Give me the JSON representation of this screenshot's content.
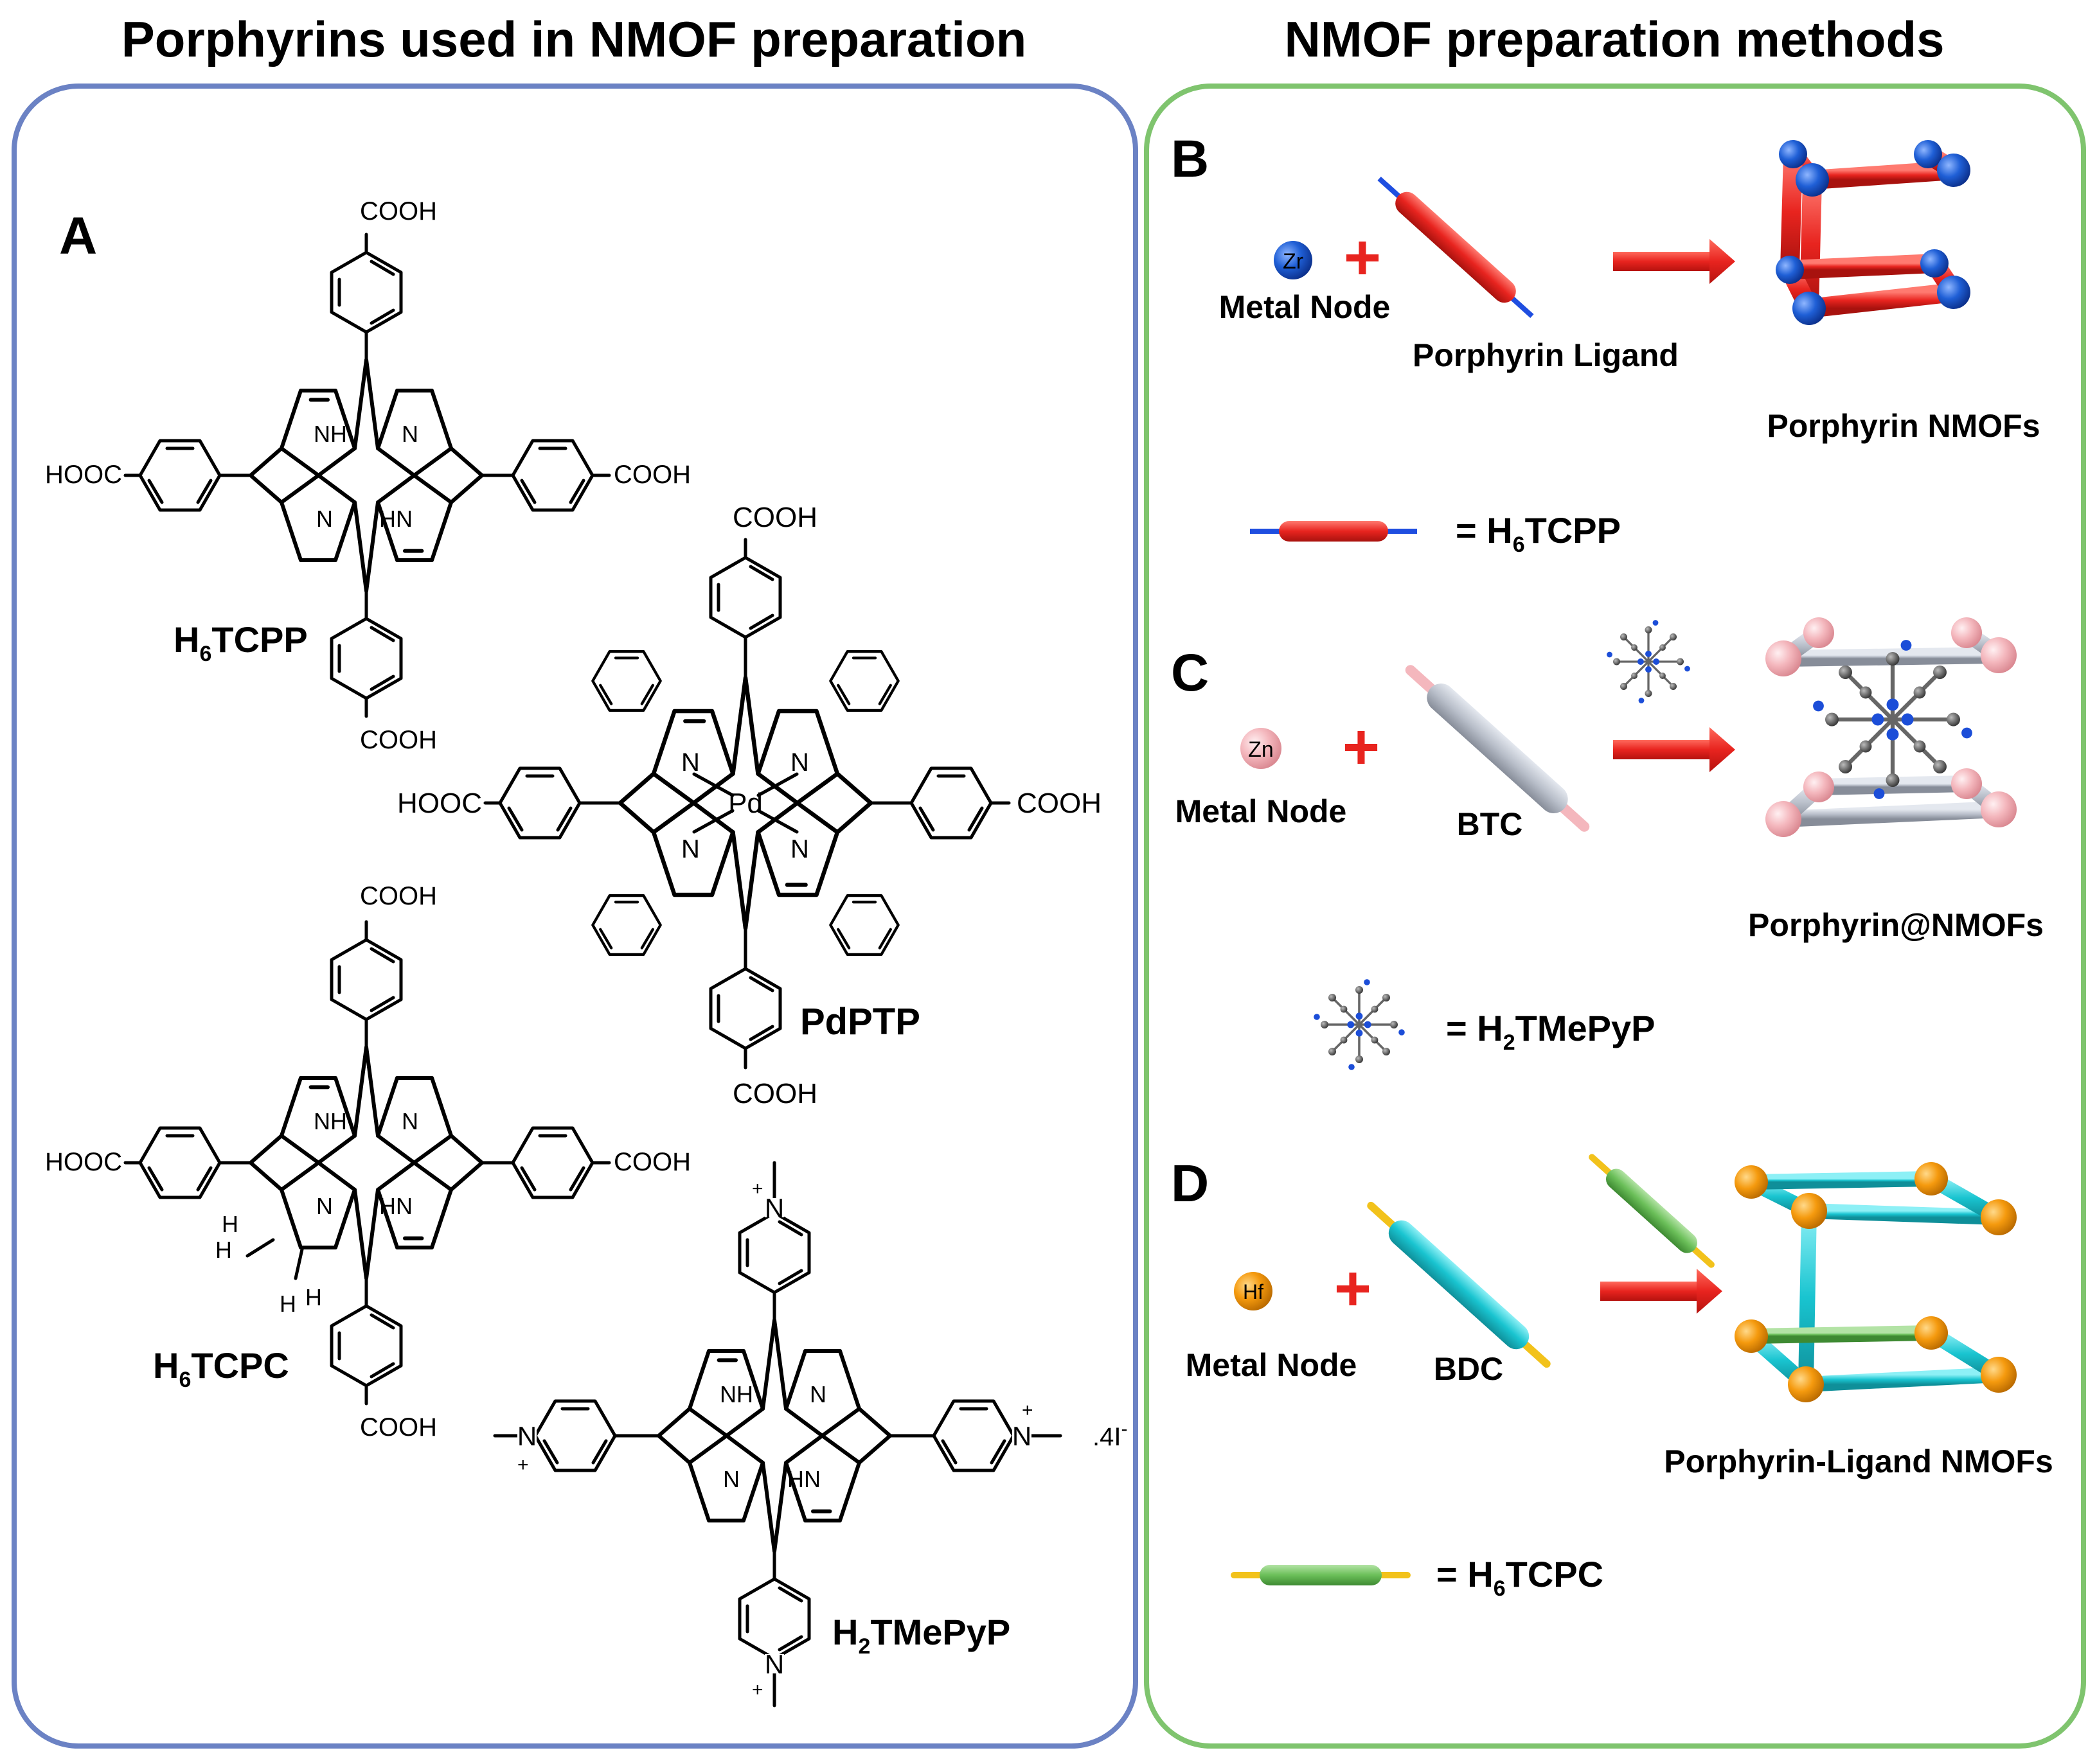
{
  "left_panel": {
    "heading": "Porphyrins used in NMOF preparation",
    "panel_label": "A",
    "compounds": [
      {
        "name": "H",
        "sub": "6",
        "name_tail": "TCPP",
        "substituent": "COOH",
        "substituent_left": "HOOC"
      },
      {
        "name": "PdPTP",
        "metal": "Pd",
        "substituent": "COOH",
        "substituent_left": "HOOC"
      },
      {
        "name": "H",
        "sub": "6",
        "name_tail": "TCPC",
        "substituent": "COOH",
        "substituent_left": "HOOC",
        "h_label": "H"
      },
      {
        "name": "H",
        "sub": "2",
        "name_tail": "TMePyP",
        "counter_ion": ".4I",
        "counter_charge": "-",
        "plus": "+"
      }
    ],
    "atoms": {
      "N": "N",
      "NH": "NH",
      "HN": "HN"
    }
  },
  "right_panel": {
    "heading": "NMOF preparation methods",
    "methods": [
      {
        "label": "B",
        "metal_symbol": "Zr",
        "metal_label": "Metal Node",
        "linker_label": "Porphyrin Ligand",
        "product_label": "Porphyrin NMOFs",
        "legend_eq": "= H",
        "legend_sub": "6",
        "legend_tail": "TCPP",
        "colors": {
          "metal": "#1f5fd6",
          "linker": "#e8241f",
          "tip": "#1f4ee0"
        }
      },
      {
        "label": "C",
        "metal_symbol": "Zn",
        "metal_label": "Metal Node",
        "linker_label": "BTC",
        "product_label": "Porphyrin@NMOFs",
        "legend_eq": "= H",
        "legend_sub": "2",
        "legend_tail": "TMePyP",
        "colors": {
          "metal": "#f4b7bd",
          "linker": "#b9bfca",
          "tip": "#f4b7bd"
        }
      },
      {
        "label": "D",
        "metal_symbol": "Hf",
        "metal_label": "Metal Node",
        "linker_label": "BDC",
        "product_label": "Porphyrin-Ligand NMOFs",
        "legend_eq": "= H",
        "legend_sub": "6",
        "legend_tail": "TCPC",
        "colors": {
          "metal": "#f59a0e",
          "linker": "#19c4d0",
          "tip": "#f2c21b",
          "porphyrin_linker": "#6bbf59"
        }
      }
    ],
    "plus": "+"
  },
  "colors": {
    "left_border": "#6b82c4",
    "right_border": "#7fc46e",
    "arrow": "#e8241f",
    "plus": "#e8241f"
  }
}
